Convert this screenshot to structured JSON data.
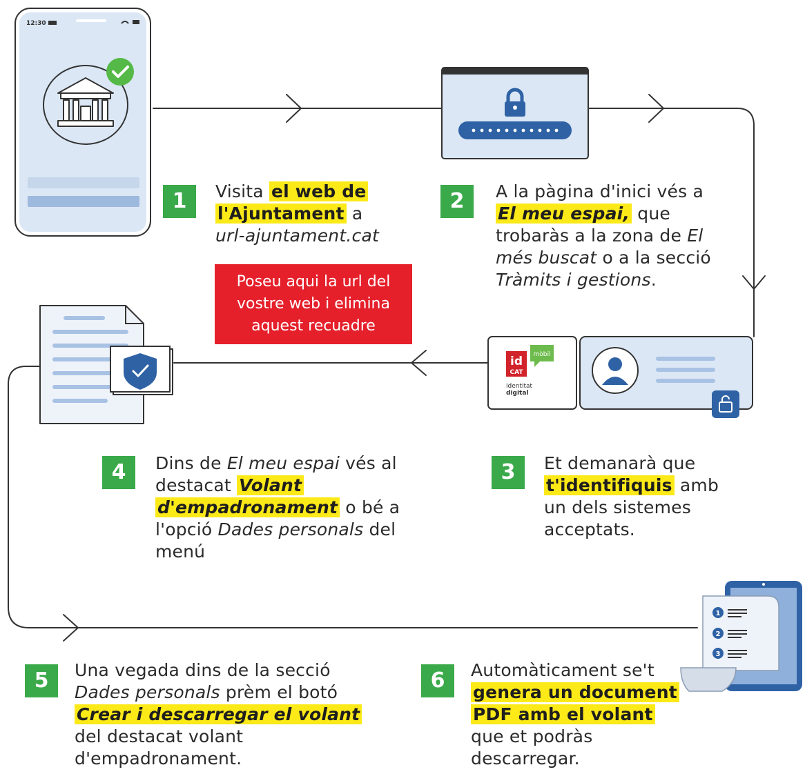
{
  "phone": {
    "status_time": "12:30"
  },
  "id_card": {
    "logo_text": "id",
    "logo_sub": "CAT",
    "bubble_text": "mòbil",
    "caption_line1": "identitat",
    "caption_line2": "digital"
  },
  "numbered_list": [
    "1",
    "2",
    "3"
  ],
  "steps": [
    {
      "number": "1",
      "t1": "Visita ",
      "h1": "el web de l'Ajuntament",
      "t2": " a",
      "i1": "url-ajuntament.cat"
    },
    {
      "number": "2",
      "t1": "A la pàgina d'inici vés a ",
      "h1": "El meu espai,",
      "t2": " que trobaràs a la zona de ",
      "i1": "El més buscat",
      "t3": " o a la secció ",
      "i2": "Tràmits i gestions",
      "t4": "."
    },
    {
      "number": "3",
      "t1": "Et demanarà que ",
      "h1": "t'identifiquis",
      "t2": " amb un dels sistemes acceptats."
    },
    {
      "number": "4",
      "t1": "Dins de ",
      "i1": "El meu espai",
      "t2": " vés al destacat ",
      "h1": "Volant d'empadronament",
      "t3": " o bé a l'opció ",
      "i2": "Dades personals",
      "t4": " del menú"
    },
    {
      "number": "5",
      "t1": "Una vegada dins de la secció ",
      "i1": "Dades personals",
      "t2": " prèm el botó ",
      "h1": "Crear i descarregar el volant",
      "t3": " del destacat volant d'empadronament."
    },
    {
      "number": "6",
      "t1": "Automàticament se't ",
      "h1": "genera un document PDF amb el volant",
      "t2": " que et podràs descarregar."
    }
  ],
  "note": "Poseu aqui la url del vostre web i elimina aquest recuadre",
  "colors": {
    "accent_green": "#3aa94a",
    "highlight_yellow": "#fce918",
    "note_red": "#e5202b",
    "icon_blue": "#2f62a5",
    "light_blue": "#dbe7f5"
  }
}
